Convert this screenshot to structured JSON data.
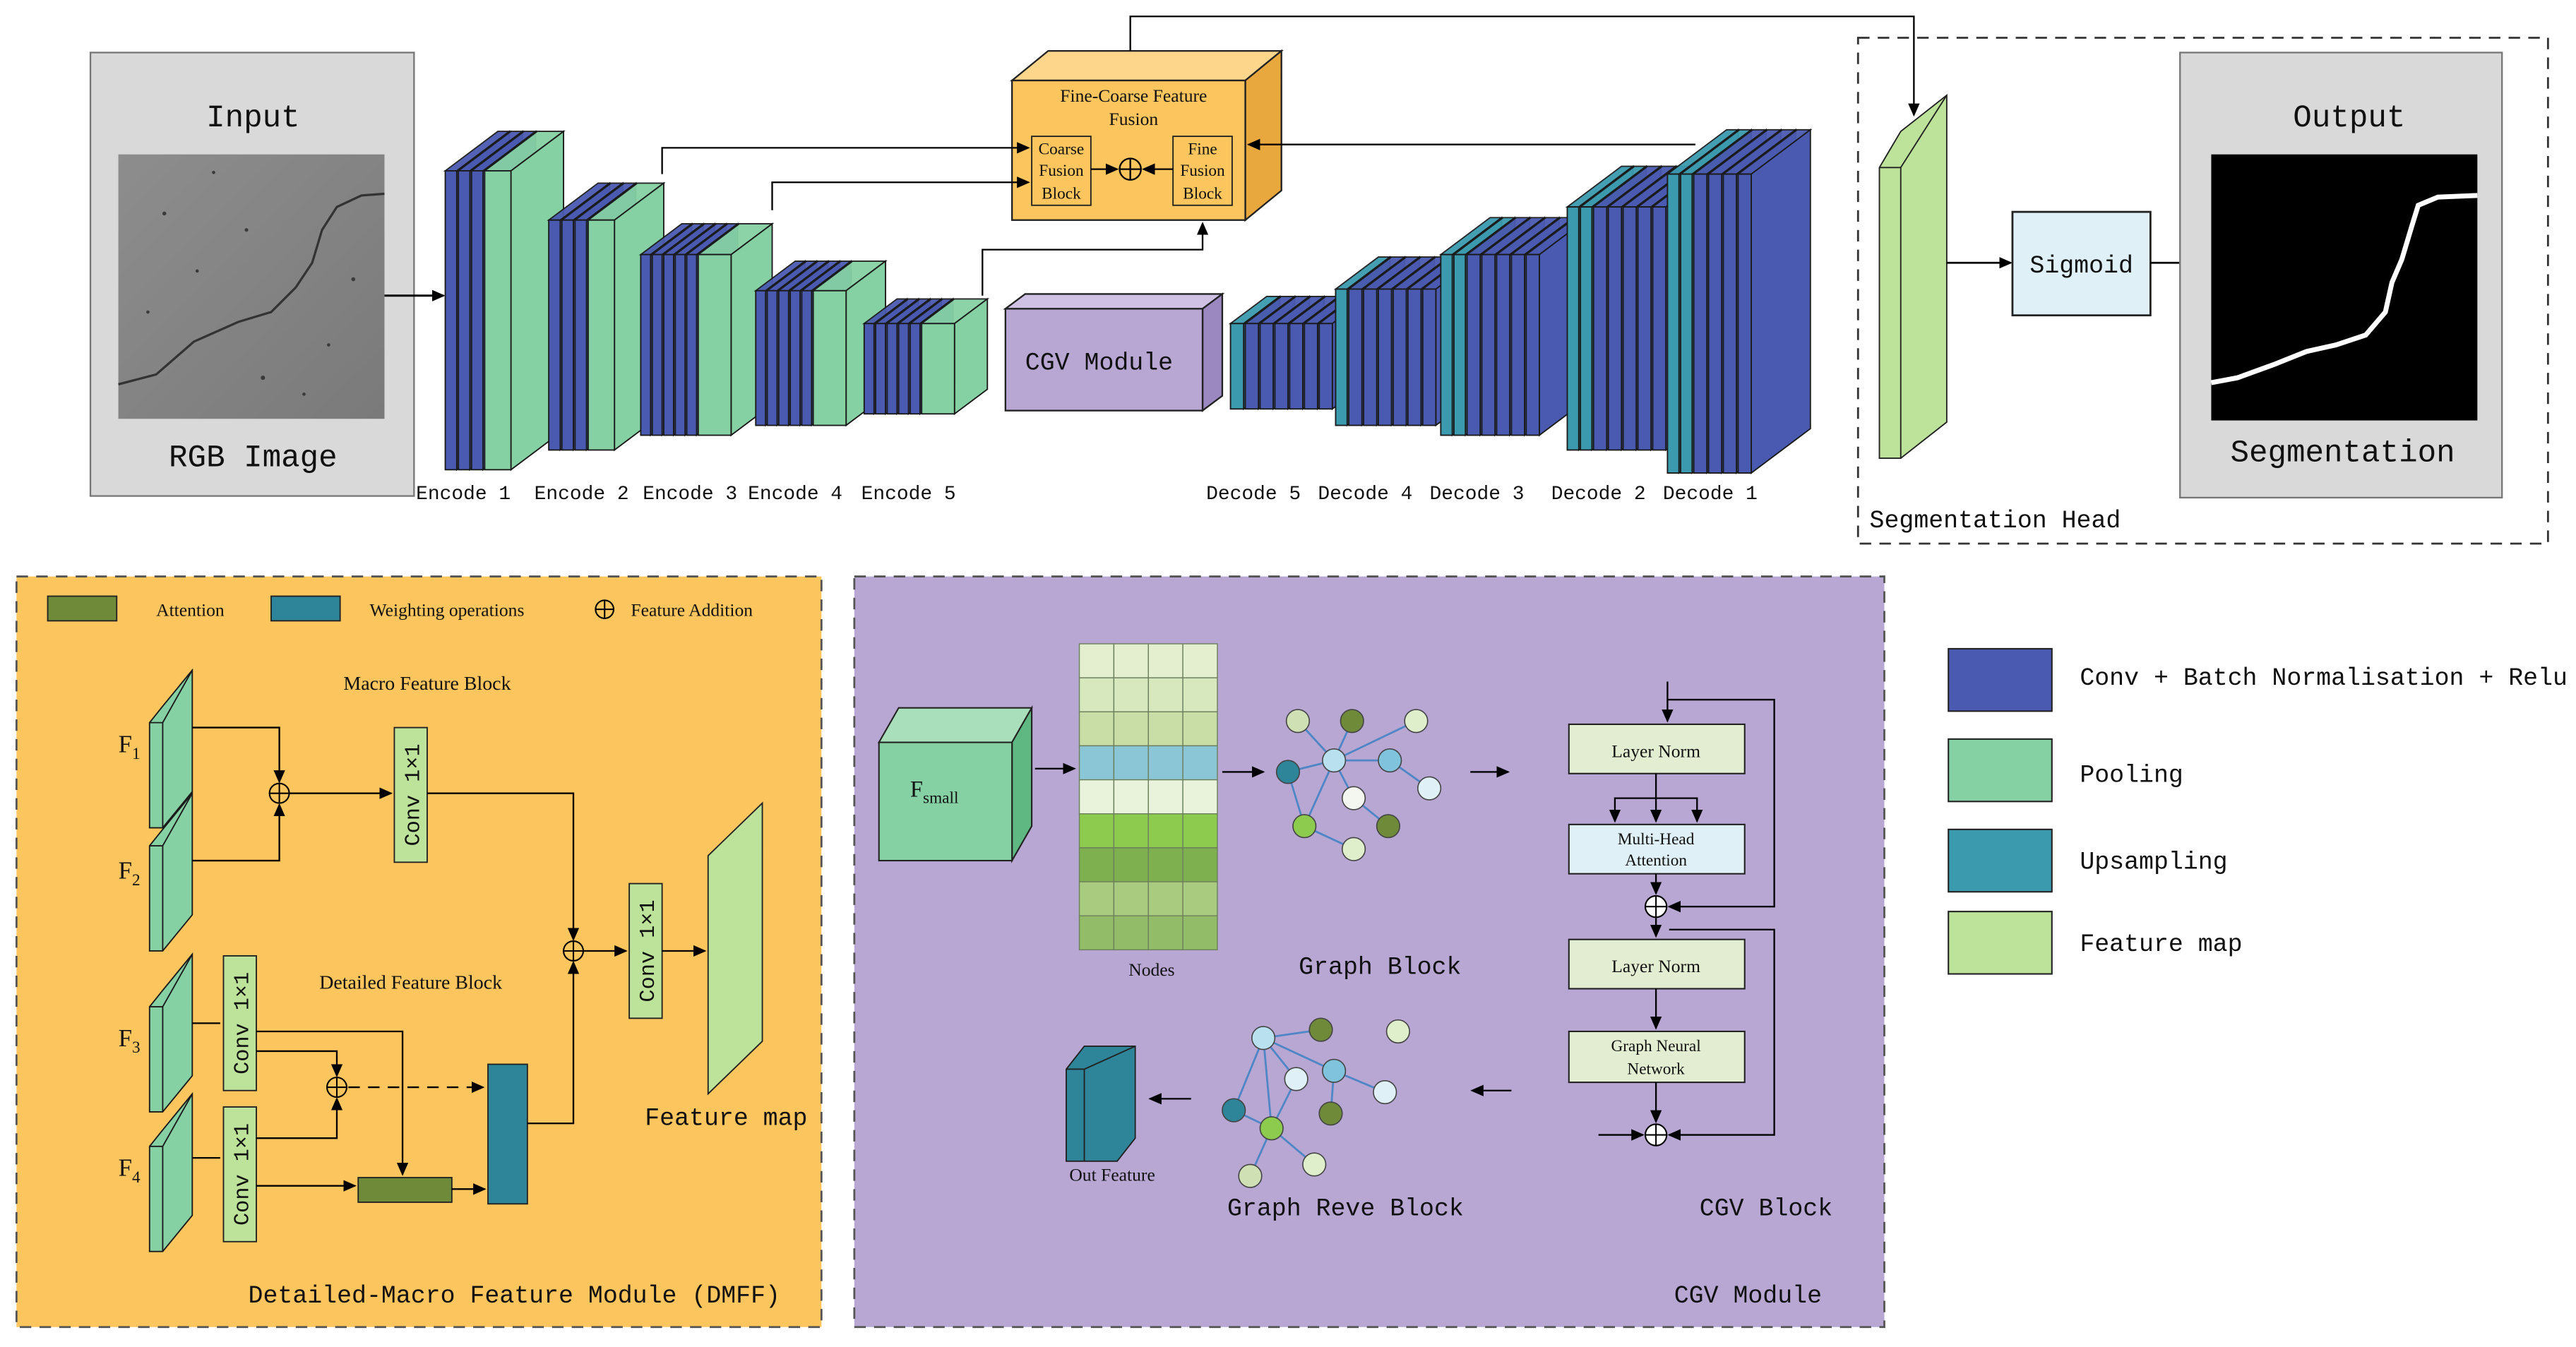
{
  "top": {
    "input": {
      "title": "Input",
      "caption": "RGB Image"
    },
    "output": {
      "title": "Output",
      "caption": "Segmentation"
    },
    "encoders": [
      "Encode 1",
      "Encode 2",
      "Encode 3",
      "Encode 4",
      "Encode 5"
    ],
    "decoders": [
      "Decode 5",
      "Decode 4",
      "Decode 3",
      "Decode 2",
      "Decode 1"
    ],
    "cgv_module": "CGV Module",
    "fusion": {
      "title_line1": "Fine-Coarse Feature",
      "title_line2": "Fusion",
      "coarse": [
        "Coarse",
        "Fusion",
        "Block"
      ],
      "fine": [
        "Fine",
        "Fusion",
        "Block"
      ]
    },
    "seg_head": {
      "label": "Segmentation Head",
      "sigmoid": "Sigmoid"
    }
  },
  "dmff": {
    "title": "Detailed-Macro Feature Module (DMFF)",
    "legend": {
      "attention": "Attention",
      "weighting": "Weighting operations",
      "addition": "Feature Addition"
    },
    "macro_label": "Macro Feature Block",
    "detailed_label": "Detailed Feature Block",
    "inputs": [
      {
        "base": "F",
        "sub": "1"
      },
      {
        "base": "F",
        "sub": "2"
      },
      {
        "base": "F",
        "sub": "3"
      },
      {
        "base": "F",
        "sub": "4"
      }
    ],
    "conv_label": "Conv 1×1",
    "feature_map": "Feature map"
  },
  "cgv": {
    "title": "CGV Module",
    "f_small": {
      "base": "F",
      "sub": "small"
    },
    "nodes_label": "Nodes",
    "graph_block": "Graph Block",
    "graph_reve_block": "Graph Reve Block",
    "out_feature": "Out Feature",
    "cgv_block": "CGV Block",
    "layer_norm_1": "Layer Norm",
    "mha": [
      "Multi-Head",
      "Attention"
    ],
    "layer_norm_2": "Layer Norm",
    "gnn": [
      "Graph Neural",
      "Network"
    ]
  },
  "legend": {
    "items": [
      {
        "label": "Conv + Batch Normalisation + Relu",
        "color": "#4a5ab0"
      },
      {
        "label": "Pooling",
        "color": "#86d1a3"
      },
      {
        "label": "Upsampling",
        "color": "#3b9aae"
      },
      {
        "label": "Feature map",
        "color": "#bde39a"
      }
    ]
  },
  "colors": {
    "conv": "#4a5ab0",
    "pool": "#86d1a3",
    "up": "#3b9aae",
    "fmap": "#bde39a",
    "fusion": "#fcc55e",
    "cgv_box": "#b8a6d3",
    "dmff_bg": "#fcc55e",
    "cgv_bg": "#b8a6d3",
    "attention": "#6f8b3a",
    "weighting": "#2e8498",
    "sigmoid_bg": "#dff0f6",
    "mha_bg": "#dff0f6"
  }
}
